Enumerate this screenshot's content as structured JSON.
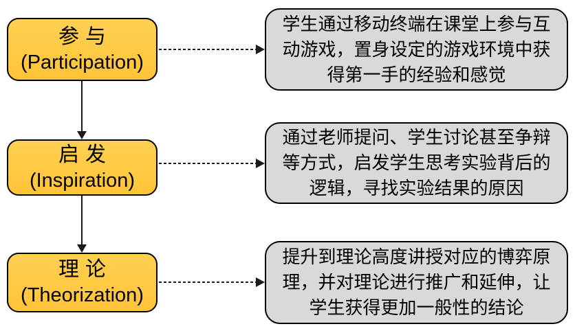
{
  "colors": {
    "stage_fill_top": "#FFD052",
    "stage_fill_bottom": "#FFC438",
    "stage_border": "#000000",
    "desc_fill": "#D9D9D9",
    "desc_border": "#000000",
    "arrow": "#1A1A1A",
    "background": "#FFFFFF"
  },
  "stages": [
    {
      "id": "participation",
      "zh": "参与",
      "en": "(Participation)",
      "desc_lines": [
        "学生通过移动终端在课堂上参与互",
        "动游戏，置身设定的游戏环境中获",
        "得第一手的经验和感觉"
      ]
    },
    {
      "id": "inspiration",
      "zh": "启发",
      "en": "(Inspiration)",
      "desc_lines": [
        "通过老师提问、学生讨论甚至争辩",
        "等方式，启发学生思考实验背后的",
        "逻辑，寻找实验结果的原因"
      ]
    },
    {
      "id": "theorization",
      "zh": "理论",
      "en": "(Theorization)",
      "desc_lines": [
        "提升到理论高度讲授对应的博弈原",
        "理，并对理论进行推广和延伸，让",
        "学生获得更加一般性的结论"
      ]
    }
  ]
}
